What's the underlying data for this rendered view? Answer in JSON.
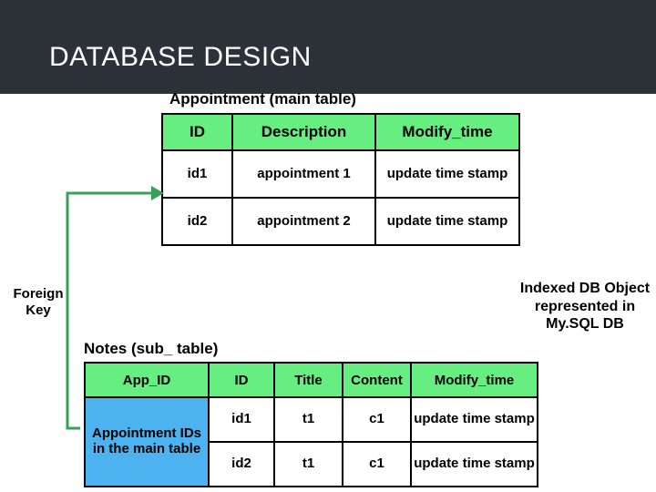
{
  "slide": {
    "title": "DATABASE DESIGN",
    "title_band_color": "#2b3137",
    "background_color": "#ffffff"
  },
  "diagram": {
    "header_fill": "#66ee80",
    "appid_fill": "#4db2f0",
    "arrow_color": "#39a157",
    "foreign_key_label": "Foreign Key",
    "side_note": "Indexed DB Object represented in My.SQL DB",
    "appointment_table": {
      "caption": "Appointment (main table)",
      "columns": [
        "ID",
        "Description",
        "Modify_time"
      ],
      "rows": [
        [
          "id1",
          "appointment 1",
          "update time stamp"
        ],
        [
          "id2",
          "appointment 2",
          "update time stamp"
        ]
      ]
    },
    "notes_table": {
      "caption": "Notes (sub_ table)",
      "columns": [
        "App_ID",
        "ID",
        "Title",
        "Content",
        "Modify_time"
      ],
      "app_id_cell": "Appointment IDs in the main table",
      "rows": [
        [
          "id1",
          "t1",
          "c1",
          "update time stamp"
        ],
        [
          "id2",
          "t1",
          "c1",
          "update time stamp"
        ]
      ]
    }
  }
}
